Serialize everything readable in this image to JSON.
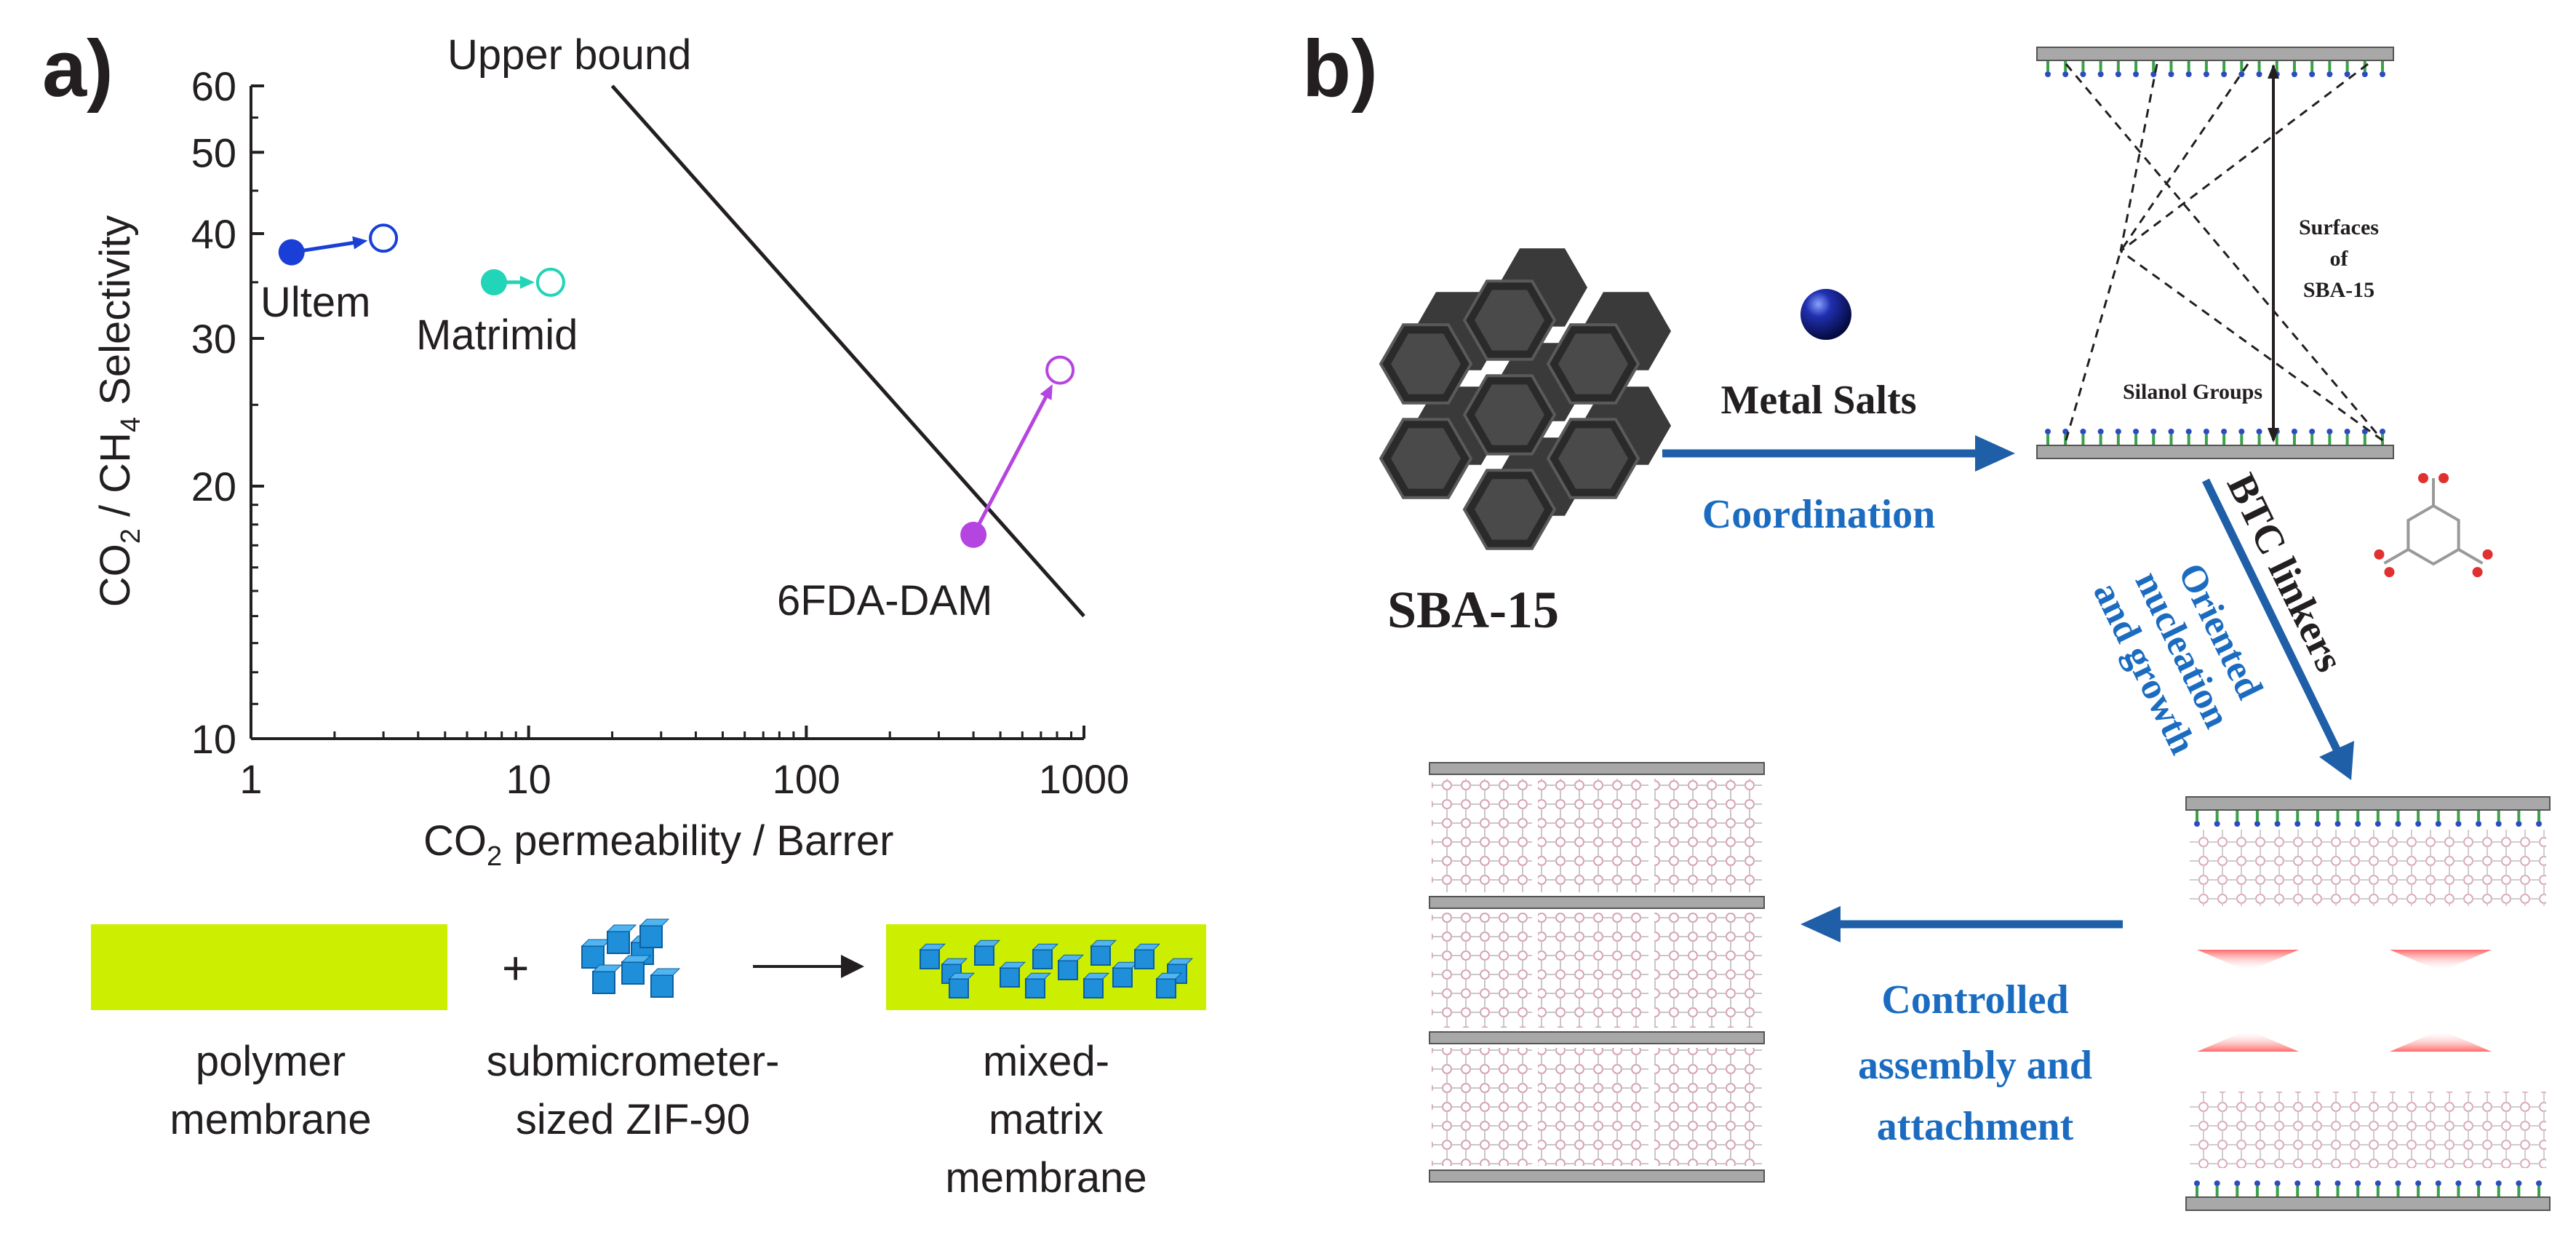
{
  "panel_a": {
    "label": "a)",
    "chart_data": {
      "type": "scatter",
      "xlabel": "CO₂ permeability / Barrer",
      "ylabel": "CO₂ / CH₄ Selectivity",
      "xscale": "log",
      "yscale": "log",
      "xlim": [
        1,
        1000
      ],
      "ylim": [
        10,
        60
      ],
      "x_ticks": [
        1,
        10,
        100,
        1000
      ],
      "x_tick_labels": [
        "1",
        "10",
        "100",
        "1000"
      ],
      "y_ticks": [
        10,
        20,
        30,
        40,
        50,
        60
      ],
      "y_tick_labels": [
        "10",
        "20",
        "30",
        "40",
        "50",
        "60"
      ],
      "upper_bound": {
        "label": "Upper bound",
        "x": [
          20,
          1000
        ],
        "y": [
          60,
          14
        ]
      },
      "series": [
        {
          "name": "Ultem",
          "color": "#1a3fd6",
          "polymer": {
            "x": 1.4,
            "y": 38
          },
          "mixed_matrix": {
            "x": 3.0,
            "y": 39.5
          }
        },
        {
          "name": "Matrimid",
          "color": "#22d4b8",
          "polymer": {
            "x": 7.5,
            "y": 35
          },
          "mixed_matrix": {
            "x": 12.0,
            "y": 35
          }
        },
        {
          "name": "6FDA-DAM",
          "color": "#b545e0",
          "polymer": {
            "x": 400,
            "y": 17.5
          },
          "mixed_matrix": {
            "x": 820,
            "y": 27.5
          }
        }
      ]
    },
    "scheme": {
      "plus": "+",
      "polymer_label": [
        "polymer",
        "membrane"
      ],
      "zif_label": [
        "submicrometer-",
        "sized ZIF-90"
      ],
      "mixed_label": [
        "mixed-",
        "matrix",
        "membrane"
      ],
      "membrane_color": "#ccee00",
      "crystal_color": "#1e8fd8"
    }
  },
  "panel_b": {
    "label": "b)",
    "sba_label": "SBA-15",
    "metal_salts": "Metal Salts",
    "coordination": "Coordination",
    "silanol_groups": "Silanol Groups",
    "surfaces_label": [
      "Surfaces",
      "of",
      "SBA-15"
    ],
    "btc_linkers": "BTC linkers",
    "oriented_label": [
      "Oriented",
      "nucleation",
      "and growth"
    ],
    "controlled_label": [
      "Controlled",
      "assembly and",
      "attachment"
    ],
    "arrow_color": "#1f5fa8",
    "text_blue": "#1b6cc0"
  }
}
